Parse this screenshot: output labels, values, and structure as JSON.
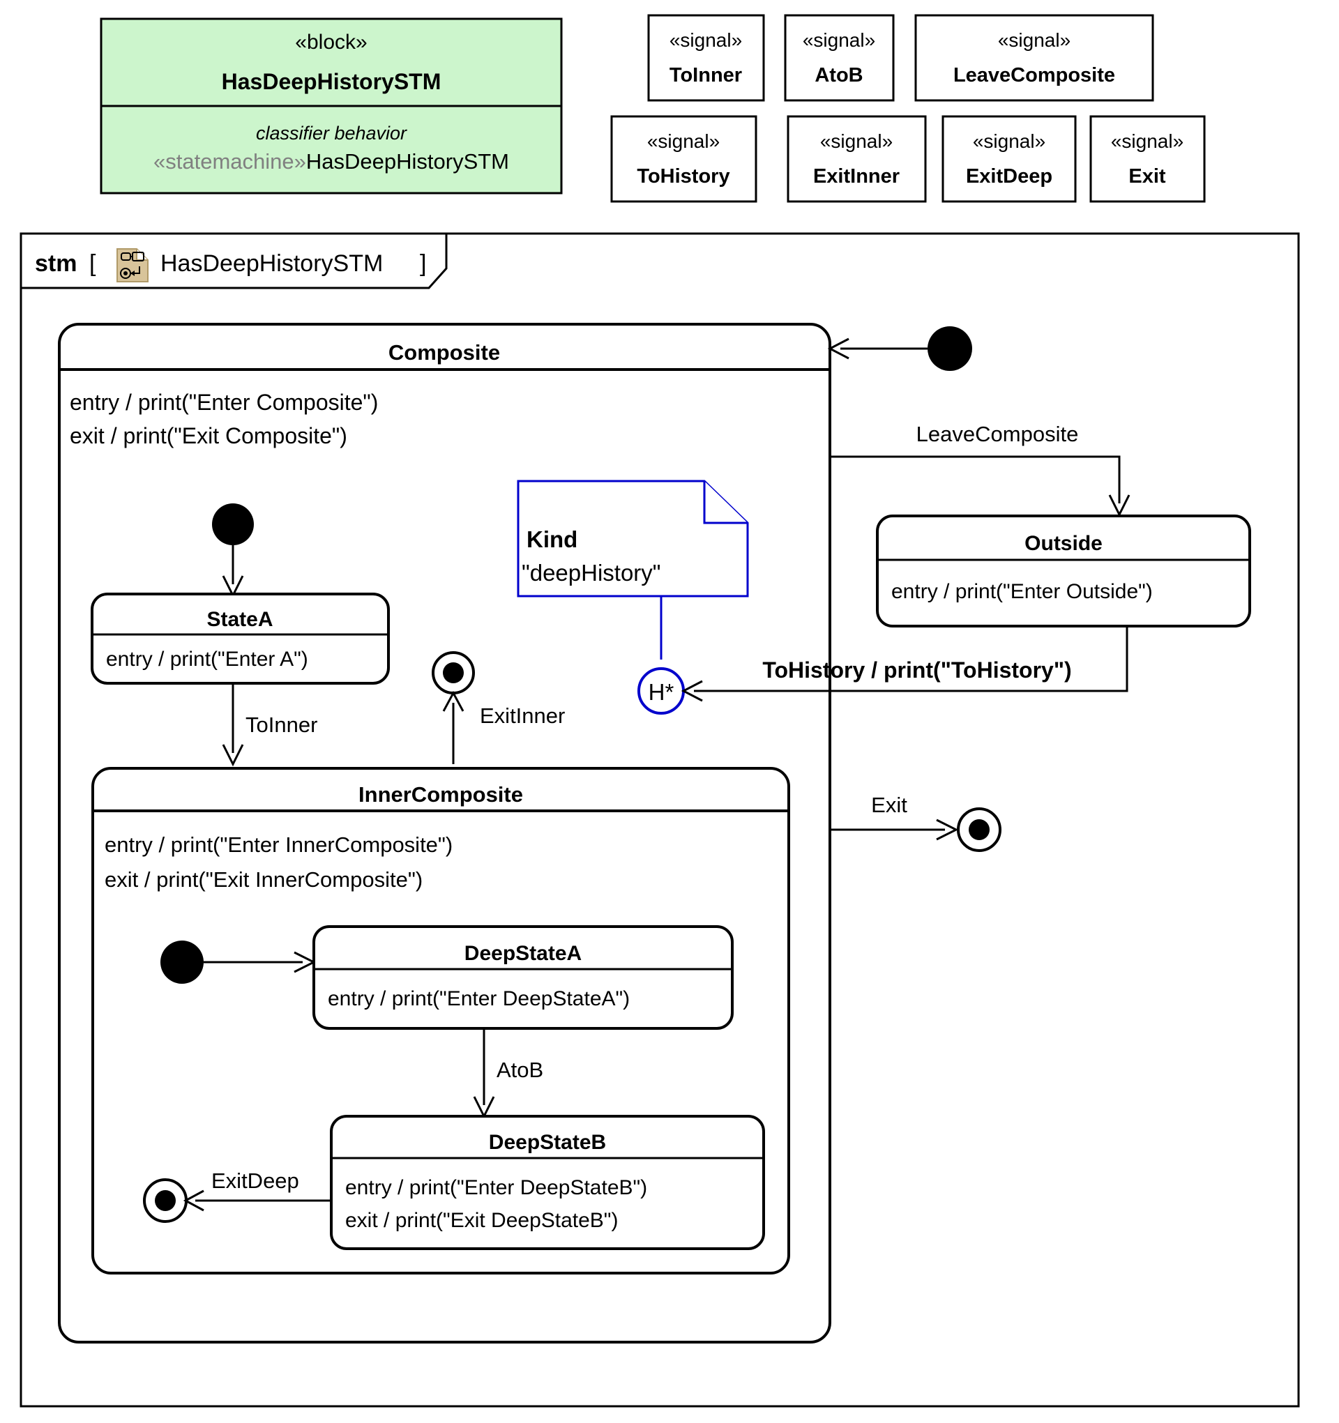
{
  "block": {
    "stereotype": "«block»",
    "name": "HasDeepHistorySTM",
    "compartment_label": "classifier behavior",
    "behavior_stereotype": "«statemachine»",
    "behavior_name": "HasDeepHistorySTM",
    "fill_color": "#ccf5cc",
    "border_color": "#000000",
    "label_color": "#808080"
  },
  "signals": {
    "stereotype": "«signal»",
    "row1": [
      {
        "name": "ToInner"
      },
      {
        "name": "AtoB"
      },
      {
        "name": "LeaveComposite"
      }
    ],
    "row2": [
      {
        "name": "ToHistory"
      },
      {
        "name": "ExitInner"
      },
      {
        "name": "ExitDeep"
      },
      {
        "name": "Exit"
      }
    ]
  },
  "frame": {
    "kind": "stm",
    "bracket_open": "[",
    "bracket_close": "]",
    "diagram_name": "HasDeepHistorySTM",
    "icon": "statemachine-diagram-icon",
    "icon_fill": "#d8c49a"
  },
  "states": {
    "composite": {
      "name": "Composite",
      "behaviors": [
        "entry /  print(\"Enter Composite\")",
        "exit / print(\"Exit Composite\")"
      ]
    },
    "state_a": {
      "name": "StateA",
      "behaviors": [
        "entry /  print(\"Enter A\")"
      ]
    },
    "inner_composite": {
      "name": "InnerComposite",
      "behaviors": [
        "entry /  print(\"Enter InnerComposite\")",
        "exit / print(\"Exit InnerComposite\")"
      ]
    },
    "deep_state_a": {
      "name": "DeepStateA",
      "behaviors": [
        "entry /  print(\"Enter DeepStateA\")"
      ]
    },
    "deep_state_b": {
      "name": "DeepStateB",
      "behaviors": [
        "entry /  print(\"Enter DeepStateB\")",
        "exit / print(\"Exit DeepStateB\")"
      ]
    },
    "outside": {
      "name": "Outside",
      "behaviors": [
        "entry /  print(\"Enter Outside\")"
      ]
    }
  },
  "note": {
    "title": "Kind",
    "value": "\"deepHistory\"",
    "border_color": "#0000cc"
  },
  "history": {
    "label": "H*",
    "border_color": "#0000cc"
  },
  "transitions": {
    "to_inner": "ToInner",
    "exit_inner": "ExitInner",
    "a_to_b": "AtoB",
    "exit_deep": "ExitDeep",
    "leave_composite": "LeaveComposite",
    "to_history": "ToHistory / print(\"ToHistory\")",
    "exit": "Exit"
  }
}
